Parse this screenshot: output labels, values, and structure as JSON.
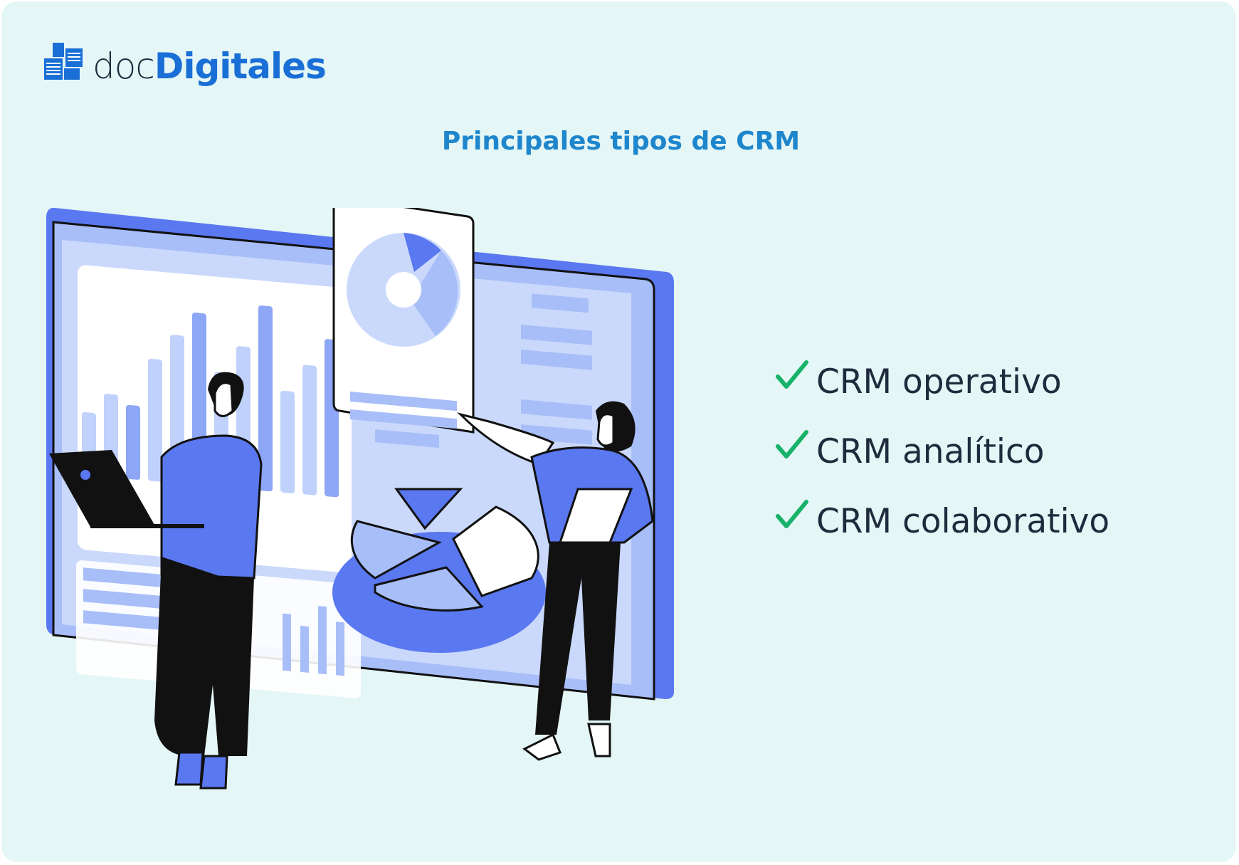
{
  "brand": {
    "logo_light": "doc",
    "logo_bold": "Digitales",
    "color_primary": "#1a6fd6",
    "color_title": "#1e86cc",
    "color_check": "#17b26a"
  },
  "title": "Principales tipos de CRM",
  "crm_types": [
    {
      "label": "CRM operativo",
      "icon": "check-icon"
    },
    {
      "label": "CRM analítico",
      "icon": "check-icon"
    },
    {
      "label": "CRM colaborativo",
      "icon": "check-icon"
    }
  ],
  "illustration": {
    "subject": "two people presenting analytics dashboard",
    "bar_values": [
      0.34,
      0.45,
      0.4,
      0.66,
      0.8,
      0.93,
      0.62,
      0.77,
      1.0,
      0.55,
      0.7,
      0.85
    ]
  }
}
